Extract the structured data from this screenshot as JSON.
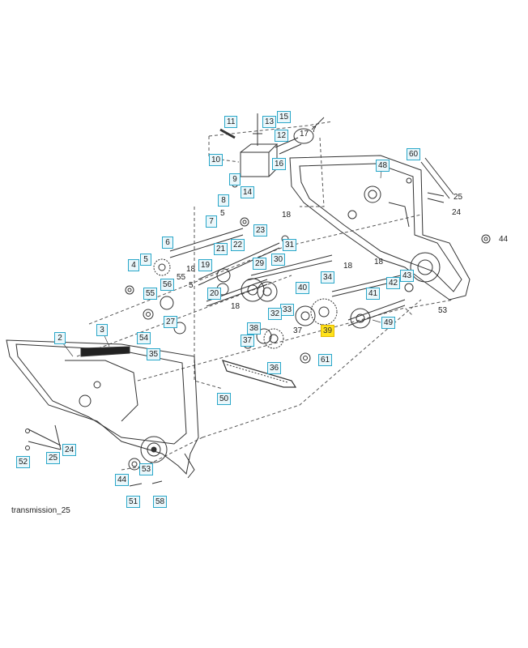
{
  "caption": "transmission_25",
  "colors": {
    "callout_border": "#2aa7c9",
    "callout_fill": "#eaf7fb",
    "highlight_fill": "#ffe21a"
  },
  "callouts": {
    "p11": "11",
    "p13": "13",
    "p15": "15",
    "p12": "12",
    "p10": "10",
    "p9": "9",
    "p16": "16",
    "p14": "14",
    "p48": "48",
    "p60": "60",
    "p25a": "25",
    "p24a": "24",
    "p44a": "44",
    "p6": "6",
    "p21": "21",
    "p22": "22",
    "p23": "23",
    "p31": "31",
    "p55": "55",
    "p56": "56",
    "p19": "19",
    "p30": "30",
    "p29": "29",
    "p43": "43",
    "p42": "42",
    "p34": "34",
    "p40": "40",
    "p41": "41",
    "p20": "20",
    "p32": "32",
    "p33": "33",
    "p27": "27",
    "p2": "2",
    "p3": "3",
    "p54": "54",
    "p38": "38",
    "p39": "39",
    "p37": "37",
    "p35": "35",
    "p36": "36",
    "p49": "49",
    "p61": "61",
    "p50": "50",
    "p52": "52",
    "p25b": "25",
    "p24b": "24",
    "p44b": "44",
    "p51": "51",
    "p58": "58",
    "p53b": "53",
    "p8": "8",
    "p7": "7",
    "p4": "4",
    "p5b": "5"
  },
  "plain_labels": {
    "l5a": "5",
    "l18a": "18",
    "l18b": "18",
    "l18c": "18",
    "l18d": "18",
    "l18e": "18",
    "l53": "53",
    "l55": "55",
    "l5c": "5",
    "l17": "17",
    "l7b": "7",
    "l37": "37"
  }
}
